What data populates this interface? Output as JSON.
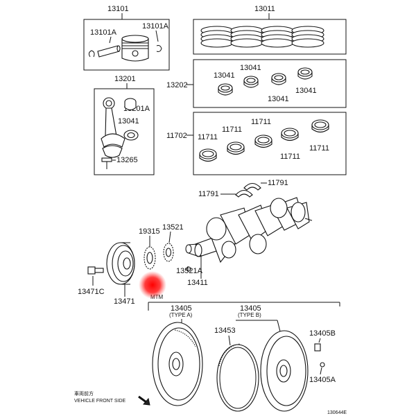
{
  "labels": {
    "p13101": "13101",
    "p13101A_left": "13101A",
    "p13101A_right": "13101A",
    "p13011": "13011",
    "p13201": "13201",
    "p13201A": "13201A",
    "p13041_rod": "13041",
    "p13265": "13265",
    "p13202": "13202",
    "p13041_a": "13041",
    "p13041_b": "13041",
    "p13041_c": "13041",
    "p13041_d": "13041",
    "p11702": "11702",
    "p11711_a": "11711",
    "p11711_b": "11711",
    "p11711_c": "11711",
    "p11711_d": "11711",
    "p11711_e": "11711",
    "p11791_a": "11791",
    "p11791_b": "11791",
    "p19315": "19315",
    "p13521": "13521",
    "p13521A": "13521A",
    "p13411": "13411",
    "p13471C": "13471C",
    "p13471": "13471",
    "mtm": "MTM",
    "p13405_a": "13405",
    "type_a": "(TYPE A)",
    "p13405_b": "13405",
    "type_b": "(TYPE B)",
    "p13453": "13453",
    "p13405B": "13405B",
    "p13405A": "13405A",
    "front_jp": "車両前方",
    "front_en": "VEHICLE FRONT SIDE",
    "figure_id": "130644E"
  },
  "colors": {
    "ink": "#111111",
    "marker": "#ff0000"
  }
}
